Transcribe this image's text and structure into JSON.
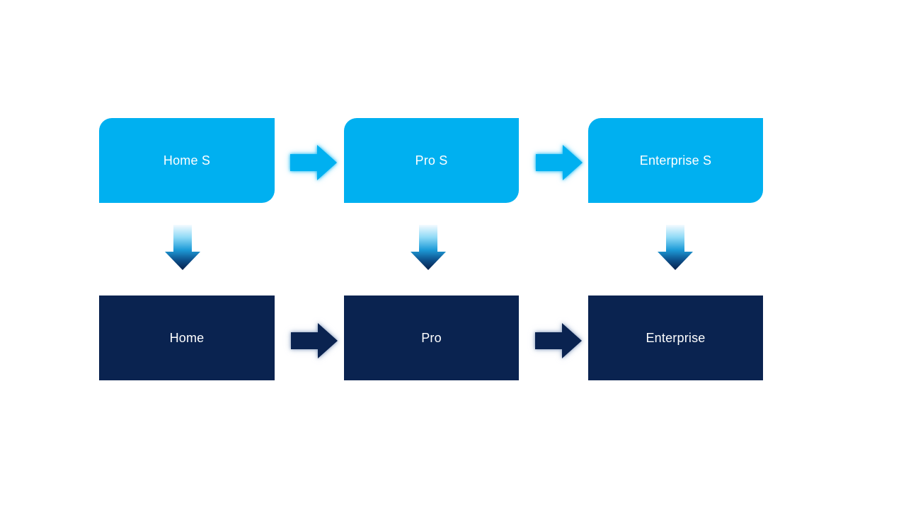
{
  "diagram": {
    "nodes": {
      "top": [
        "Home S",
        "Pro S",
        "Enterprise S"
      ],
      "bottom": [
        "Home",
        "Pro",
        "Enterprise"
      ]
    },
    "icons": {
      "right_arrow": "block-arrow-right",
      "down_arrow": "block-arrow-down-gradient"
    },
    "colors": {
      "light_blue": "#00B0F0",
      "dark_navy": "#0A2350",
      "text": "#FFFFFF",
      "grad_top": "#F4FBFF",
      "grad_light": "#8ED9F6",
      "grad_mid": "#1E9CD8",
      "grad_deep": "#0C4C86",
      "grad_bottom": "#08204A"
    }
  }
}
